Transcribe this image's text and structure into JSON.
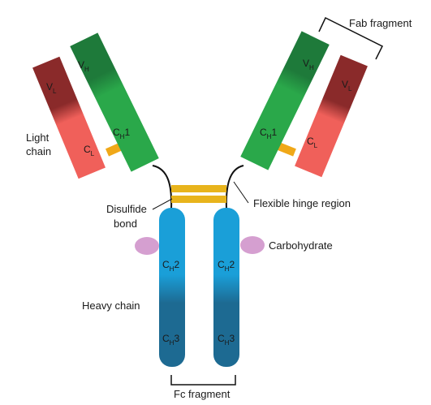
{
  "labels": {
    "fab_fragment": "Fab fragment",
    "light_chain_line1": "Light",
    "light_chain_line2": "chain",
    "disulfide_line1": "Disulfide",
    "disulfide_line2": "bond",
    "hinge": "Flexible hinge region",
    "carbohydrate": "Carbohydrate",
    "heavy_chain": "Heavy chain",
    "fc_fragment": "Fc fragment"
  },
  "domains": {
    "vh": {
      "main": "V",
      "sub": "H"
    },
    "vl": {
      "main": "V",
      "sub": "L"
    },
    "ch1": {
      "main": "C",
      "sub": "H",
      "suffix": "1"
    },
    "cl": {
      "main": "C",
      "sub": "L"
    },
    "ch2": {
      "main": "C",
      "sub": "H",
      "suffix": "2"
    },
    "ch3": {
      "main": "C",
      "sub": "H",
      "suffix": "3"
    }
  },
  "colors": {
    "heavy_variable": "#1e7a3a",
    "heavy_constant": "#2aa84a",
    "light_variable": "#8a2a2a",
    "light_constant": "#f0605a",
    "disulfide": "#e8b41c",
    "fc_upper": "#1a9fd8",
    "fc_lower": "#1d6a92",
    "carbohydrate": "#d59fd0"
  }
}
